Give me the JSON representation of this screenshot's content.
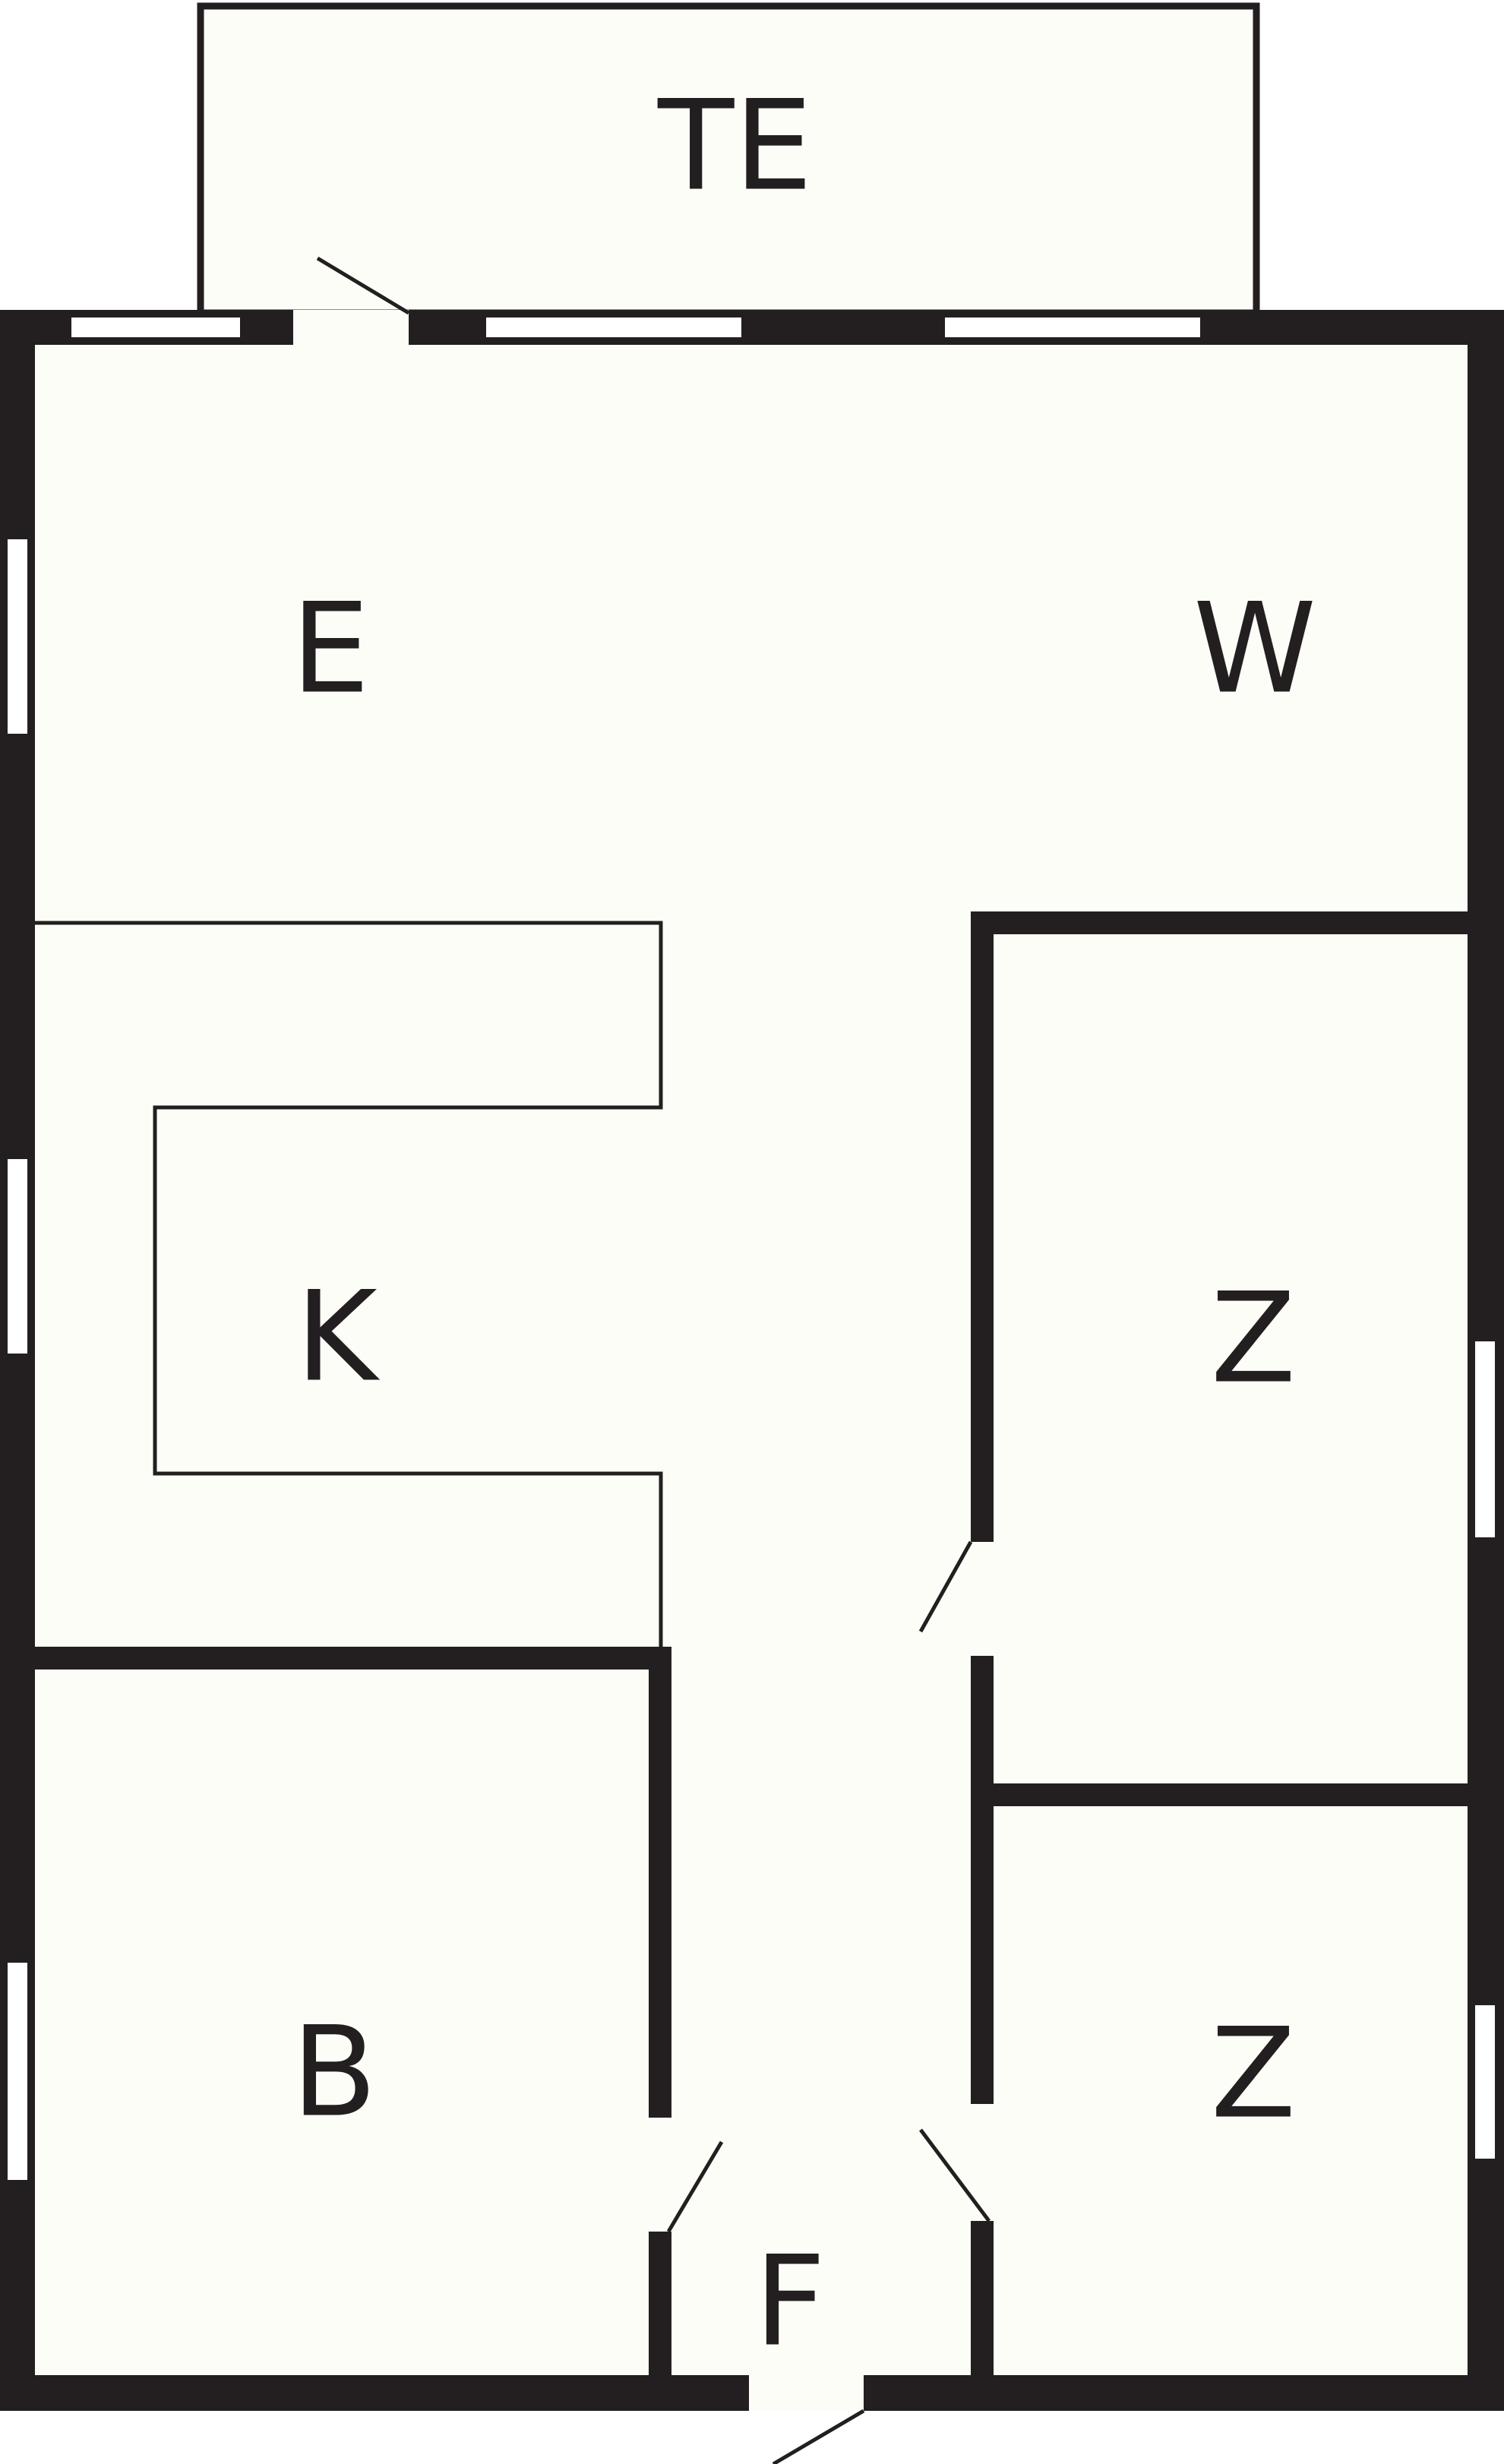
{
  "floorplan": {
    "colors": {
      "wall": "#231f20",
      "floor": "#fcfdf7",
      "window": "#ffffff"
    },
    "rooms": {
      "terrace": "TE",
      "dining": "E",
      "living": "W",
      "kitchen": "K",
      "room_upper_right": "Z",
      "room_lower_right": "Z",
      "bathroom": "B",
      "hallway": "F"
    }
  }
}
